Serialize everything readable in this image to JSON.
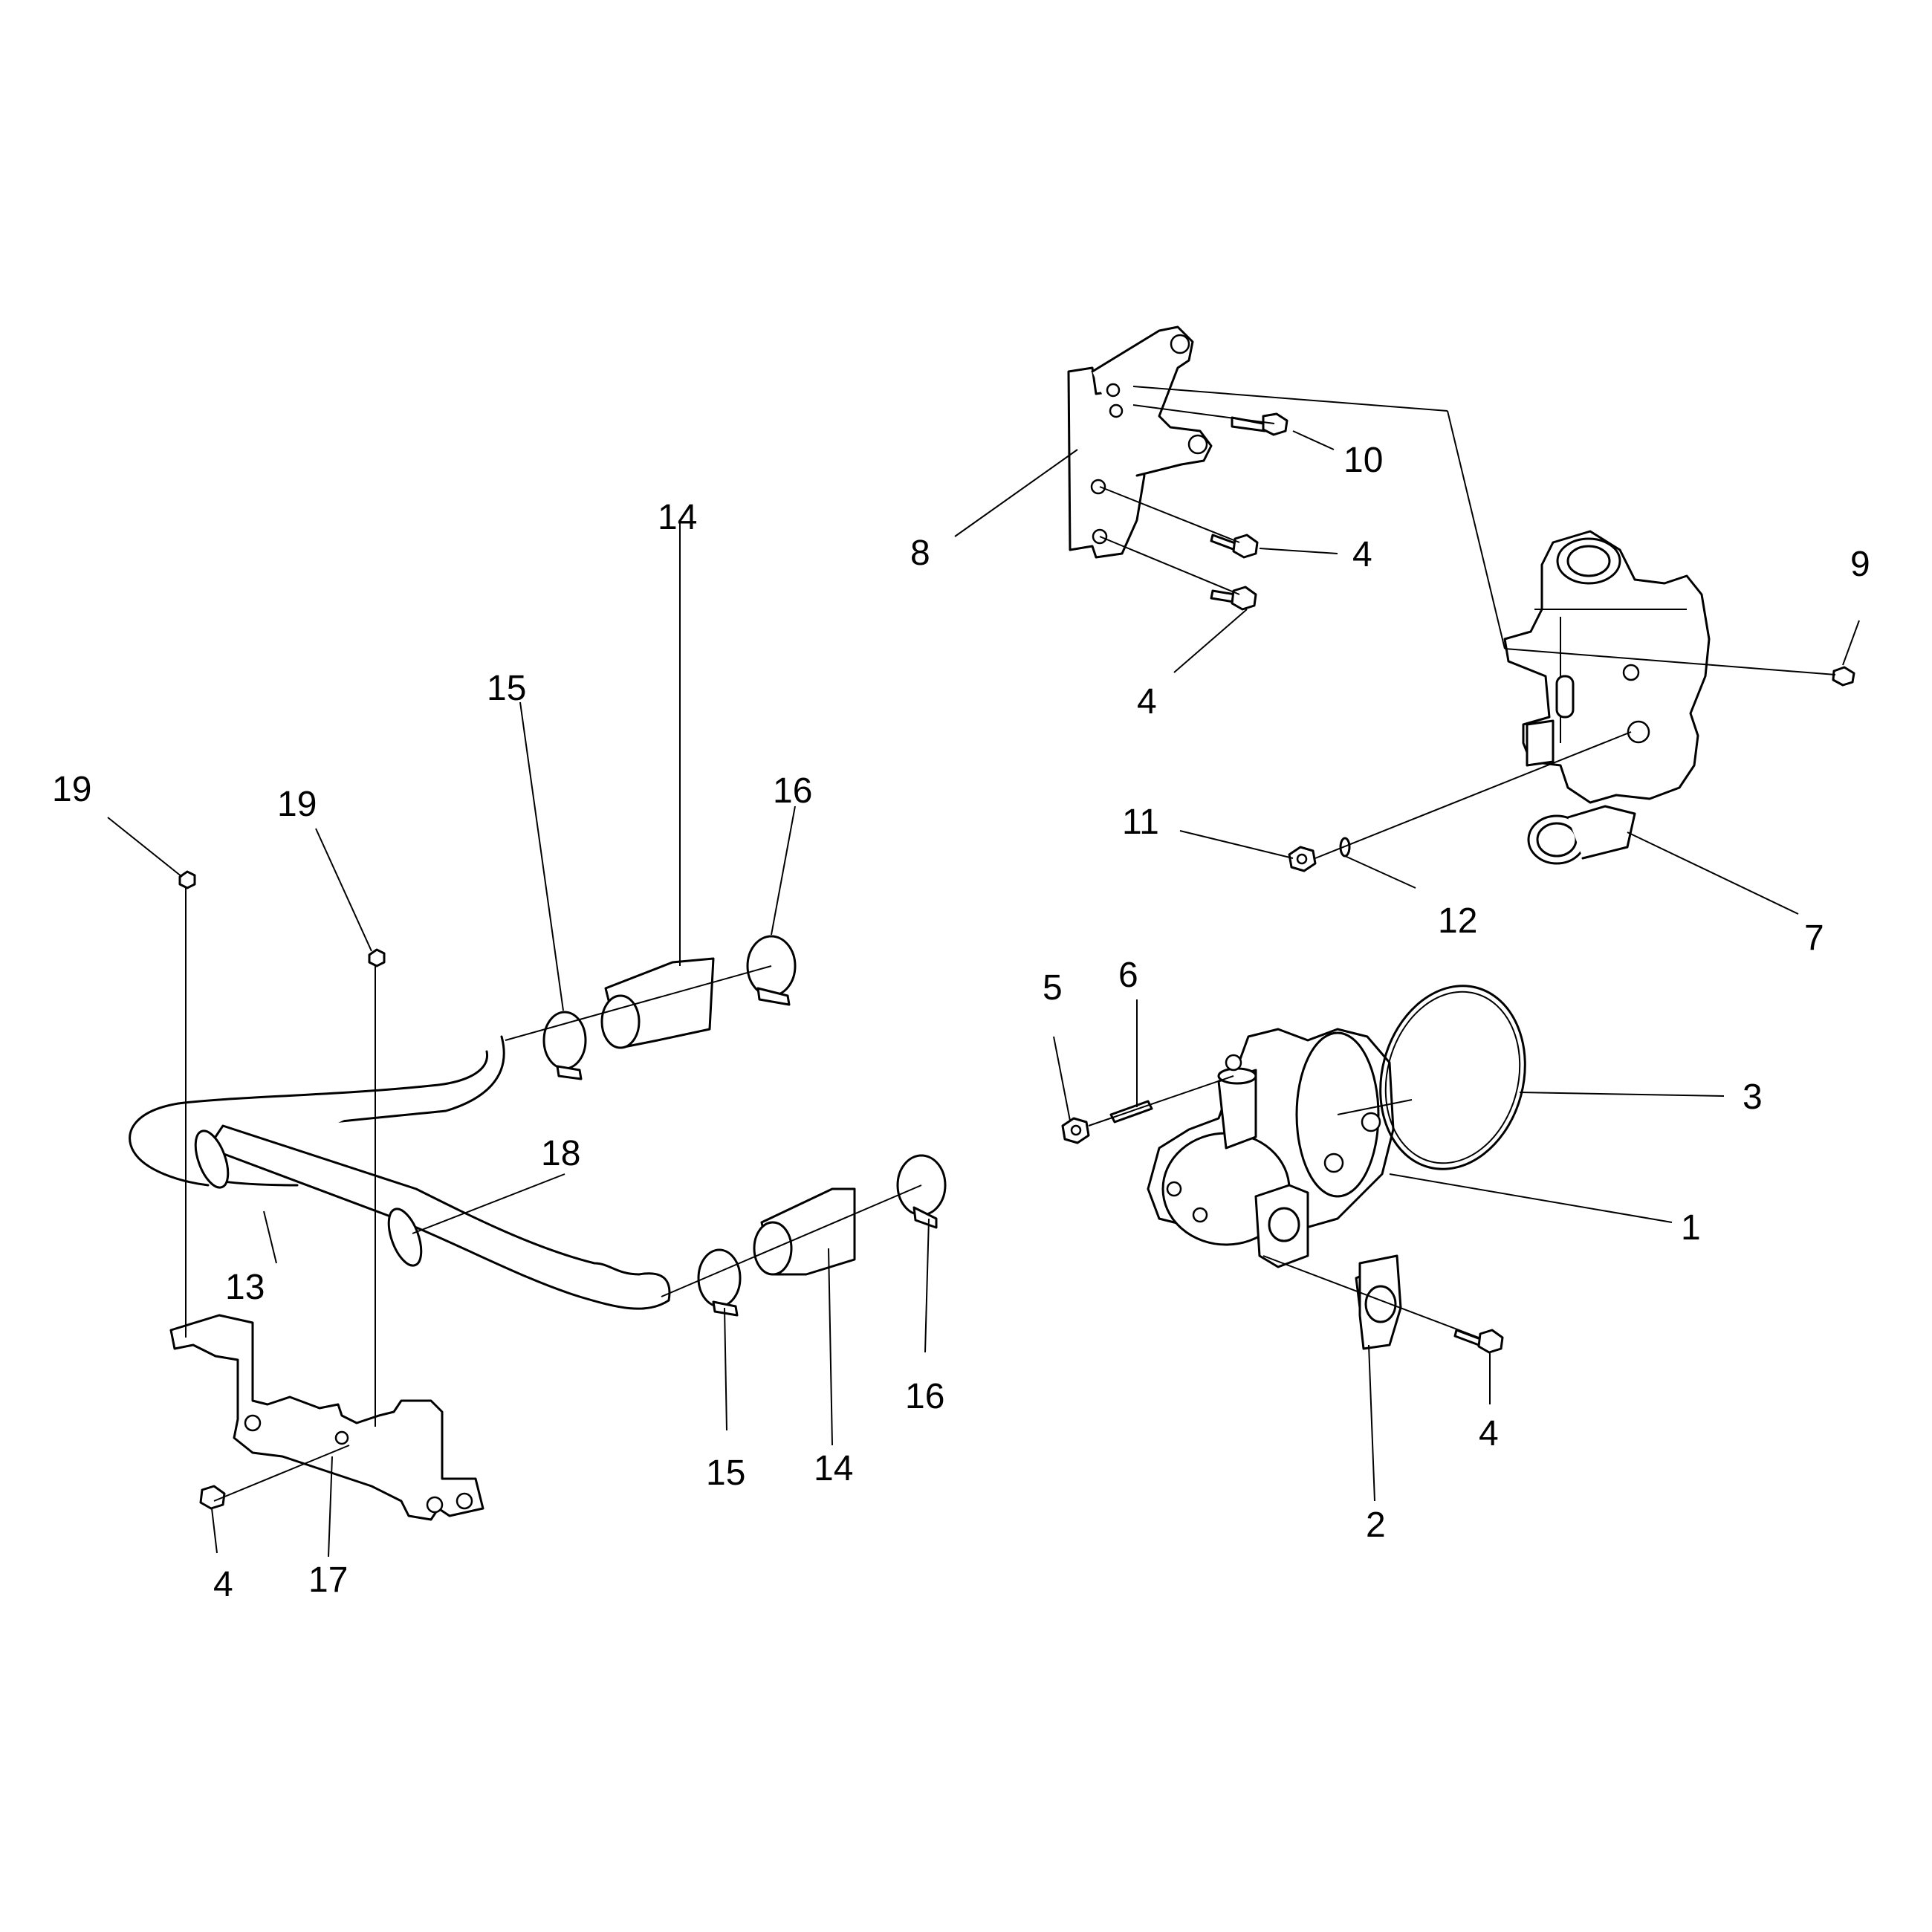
{
  "diagram": {
    "type": "exploded parts diagram",
    "callouts": [
      {
        "id": "c1",
        "label": "1"
      },
      {
        "id": "c2",
        "label": "2"
      },
      {
        "id": "c3",
        "label": "3"
      },
      {
        "id": "c4a",
        "label": "4"
      },
      {
        "id": "c4b",
        "label": "4"
      },
      {
        "id": "c4c",
        "label": "4"
      },
      {
        "id": "c4d",
        "label": "4"
      },
      {
        "id": "c5",
        "label": "5"
      },
      {
        "id": "c6",
        "label": "6"
      },
      {
        "id": "c7",
        "label": "7"
      },
      {
        "id": "c8",
        "label": "8"
      },
      {
        "id": "c9",
        "label": "9"
      },
      {
        "id": "c10",
        "label": "10"
      },
      {
        "id": "c11",
        "label": "11"
      },
      {
        "id": "c12",
        "label": "12"
      },
      {
        "id": "c13",
        "label": "13"
      },
      {
        "id": "c14a",
        "label": "14"
      },
      {
        "id": "c14b",
        "label": "14"
      },
      {
        "id": "c15a",
        "label": "15"
      },
      {
        "id": "c15b",
        "label": "15"
      },
      {
        "id": "c16a",
        "label": "16"
      },
      {
        "id": "c16b",
        "label": "16"
      },
      {
        "id": "c17",
        "label": "17"
      },
      {
        "id": "c18",
        "label": "18"
      },
      {
        "id": "c19a",
        "label": "19"
      },
      {
        "id": "c19b",
        "label": "19"
      }
    ]
  }
}
